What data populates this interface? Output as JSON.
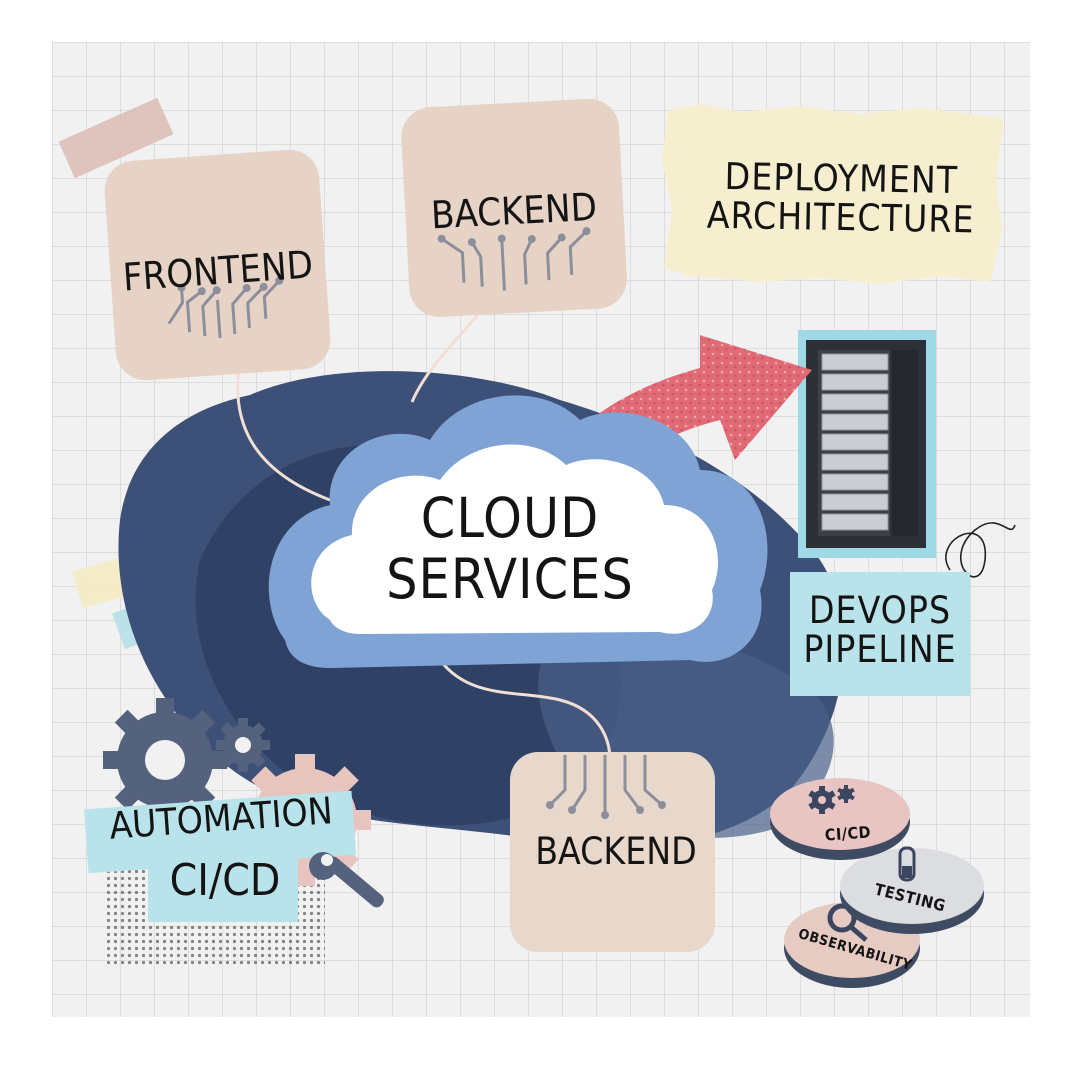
{
  "diagram": {
    "deployment_note": [
      "DEPLOYMENT",
      "ARCHITECTURE"
    ],
    "frontend_tile": "FRONTEND",
    "backend_tile_top": "BACKEND",
    "cloud": [
      "CLOUD",
      "SERVICES"
    ],
    "devops_card": [
      "DEVOPS",
      "PIPELINE"
    ],
    "backend_tile_bottom": "BACKEND",
    "automation_label": "AUTOMATION",
    "cicd_label": "CI/CD",
    "coins": [
      "CI/CD",
      "TESTING",
      "OBSERVABILITY"
    ]
  },
  "icons": [
    "circuit-icon",
    "server-rack-icon",
    "gear-icon",
    "wrench-icon",
    "test-tube-icon",
    "magnifier-icon",
    "arrow-icon"
  ],
  "colors": {
    "navy_blob": "#3d5077",
    "dark_navy_blob": "#2f4266",
    "cloud_blue": "#7fa3d4",
    "tile_beige": "#e6d3c6",
    "note_yellow": "#f5efcf",
    "card_cyan": "#b9e3ea",
    "arrow_red": "#e0707a",
    "server_dark": "#2e3038"
  }
}
